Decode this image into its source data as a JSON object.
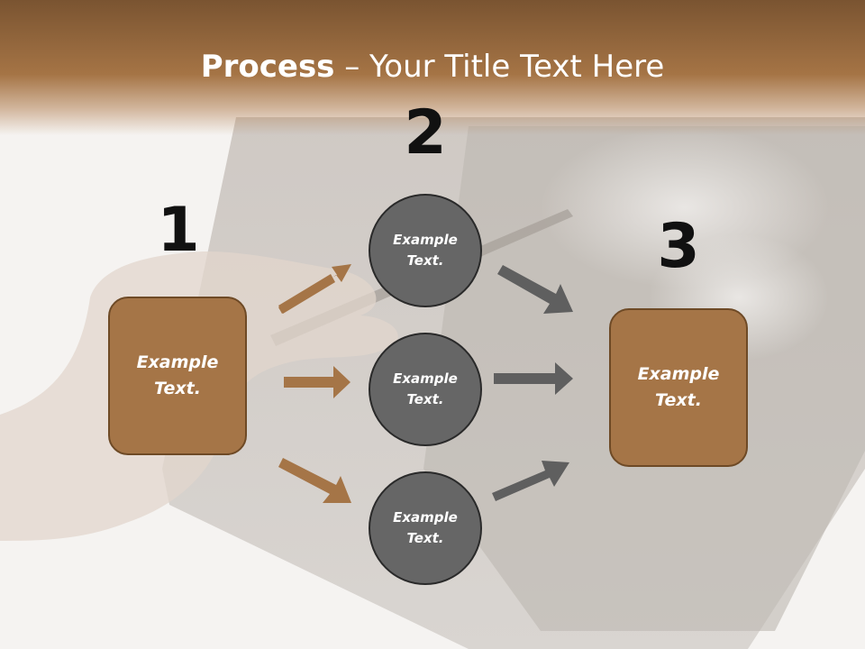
{
  "title": {
    "bold": "Process",
    "rest": " – Your Title Text Here"
  },
  "step_numbers": [
    "1",
    "2",
    "3"
  ],
  "left_box": {
    "text": "Example Text."
  },
  "circles": [
    {
      "text": "Example Text."
    },
    {
      "text": "Example Text."
    },
    {
      "text": "Example Text."
    }
  ],
  "right_box": {
    "text": "Example Text."
  },
  "colors": {
    "title_band": "#a57445",
    "box_fill": "#a57547",
    "box_border": "#6e4a26",
    "circle_fill": "#666666",
    "circle_border": "#2a2a2a",
    "arrow_brown": "#a57547",
    "arrow_gray": "#5f5f5f"
  }
}
